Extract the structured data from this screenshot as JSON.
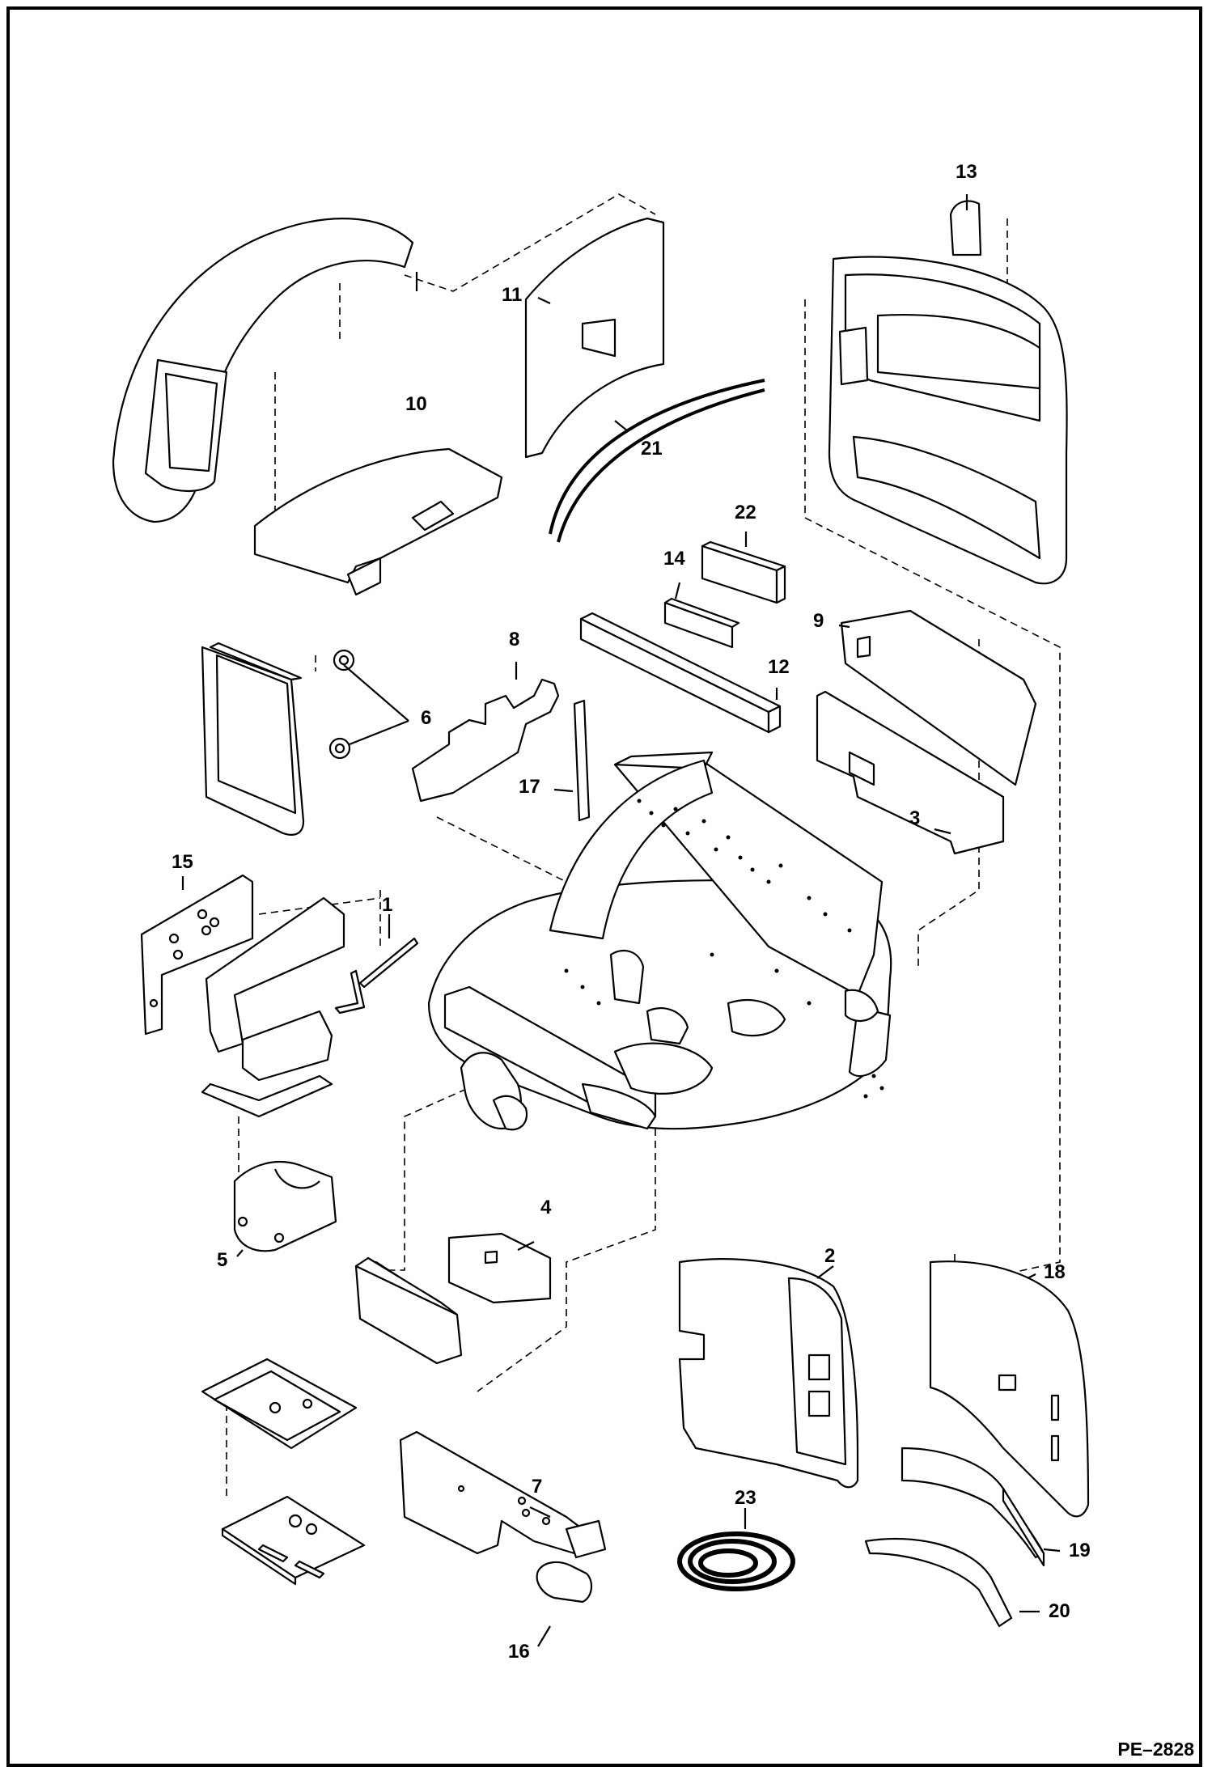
{
  "document": {
    "page_code": "PE–2828"
  },
  "callouts": [
    {
      "id": "1",
      "label": "1"
    },
    {
      "id": "2",
      "label": "2"
    },
    {
      "id": "3",
      "label": "3"
    },
    {
      "id": "4",
      "label": "4"
    },
    {
      "id": "5",
      "label": "5"
    },
    {
      "id": "6",
      "label": "6"
    },
    {
      "id": "7",
      "label": "7"
    },
    {
      "id": "8",
      "label": "8"
    },
    {
      "id": "9",
      "label": "9"
    },
    {
      "id": "10",
      "label": "10"
    },
    {
      "id": "11",
      "label": "11"
    },
    {
      "id": "12",
      "label": "12"
    },
    {
      "id": "13",
      "label": "13"
    },
    {
      "id": "14",
      "label": "14"
    },
    {
      "id": "15",
      "label": "15"
    },
    {
      "id": "16",
      "label": "16"
    },
    {
      "id": "17",
      "label": "17"
    },
    {
      "id": "18",
      "label": "18"
    },
    {
      "id": "19",
      "label": "19"
    },
    {
      "id": "20",
      "label": "20"
    },
    {
      "id": "21",
      "label": "21"
    },
    {
      "id": "22",
      "label": "22"
    },
    {
      "id": "23",
      "label": "23"
    }
  ]
}
